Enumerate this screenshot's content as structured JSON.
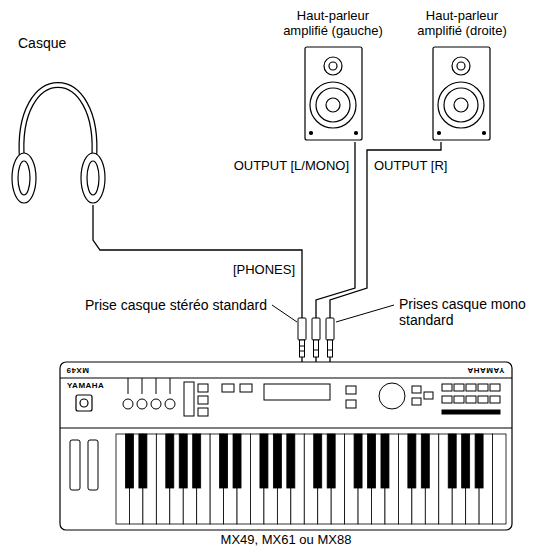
{
  "diagram": {
    "nodes": [
      {
        "text": [
          "Haut-parleur amplifié (gauche)"
        ]
      },
      {
        "text": [
          "Haut-parleur amplifié (droite)"
        ]
      },
      {
        "text": [
          "Casque"
        ]
      },
      {
        "text": [
          "MX49, MX61 ou MX88"
        ]
      }
    ],
    "edges": [
      {
        "from": 3,
        "to": 0,
        "arrow": "none",
        "label": "OUTPUT [L/MONO]"
      },
      {
        "from": 3,
        "to": 1,
        "arrow": "none",
        "label": "OUTPUT [R]"
      },
      {
        "from": 3,
        "to": 2,
        "arrow": "none",
        "label": "[PHONES]"
      }
    ],
    "labels": [
      "Prise casque stéréo standard",
      "Prises casque mono standard",
      "MX49",
      "YAMAHA",
      "YAMAHA"
    ]
  }
}
